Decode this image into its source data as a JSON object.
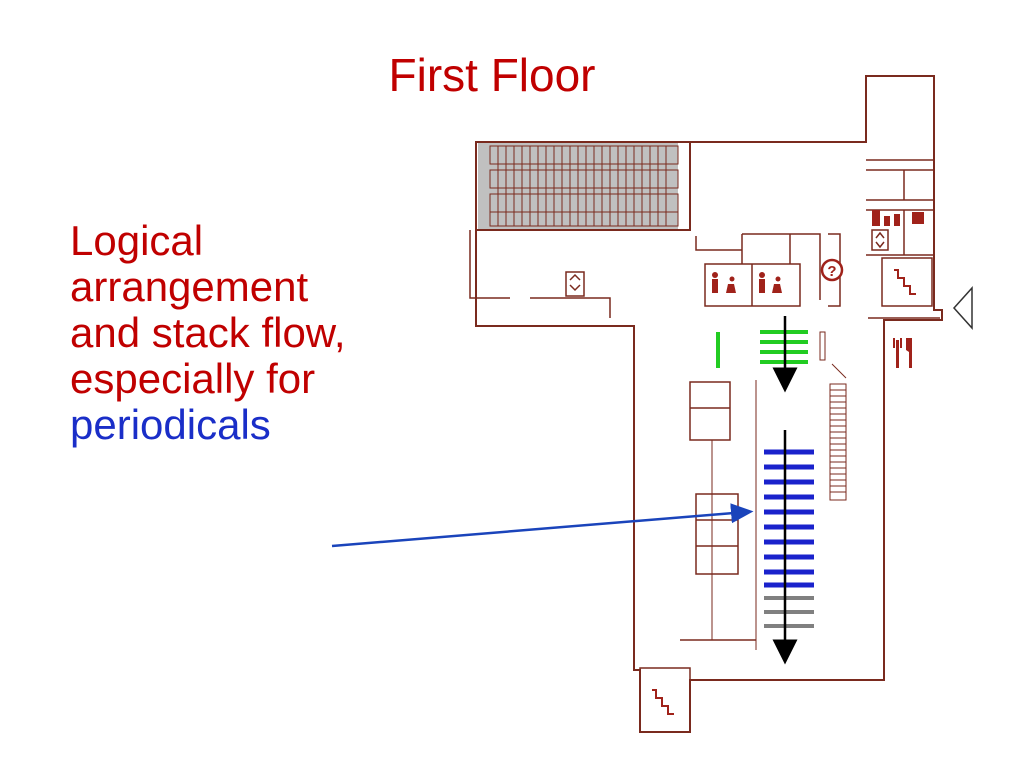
{
  "slide": {
    "title": "First Floor",
    "caption": {
      "lines": [
        "Logical",
        "arrangement",
        "and stack flow,",
        "especially for"
      ],
      "highlight": "periodicals"
    }
  },
  "floor_plan": {
    "icons": [
      "elevator-icon",
      "elevator-icon",
      "restroom-icon",
      "restroom-icon",
      "information-icon",
      "stairs-icon",
      "stairs-icon",
      "dining-icon",
      "entrance-icon",
      "vending-icon"
    ],
    "colors": {
      "walls": "#7a2a1e",
      "shelves_green": "#22cc22",
      "shelves_blue": "#1a22cc",
      "shelves_gray": "#808080",
      "stacks_gray": "#c0c0c0",
      "pointer_arrow": "#1a44bb"
    }
  }
}
